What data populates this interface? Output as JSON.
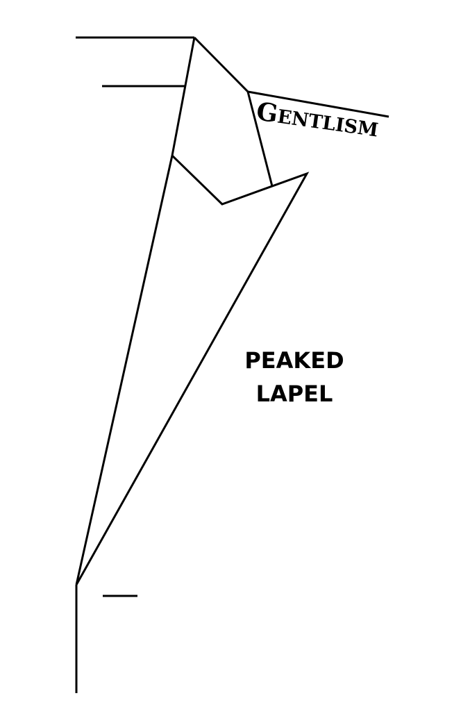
{
  "brand": {
    "initial": "G",
    "rest": "ENTLISM"
  },
  "label": {
    "line1": "PEAKED",
    "line2": "LAPEL"
  },
  "colors": {
    "line": "#000000",
    "background": "#ffffff"
  }
}
